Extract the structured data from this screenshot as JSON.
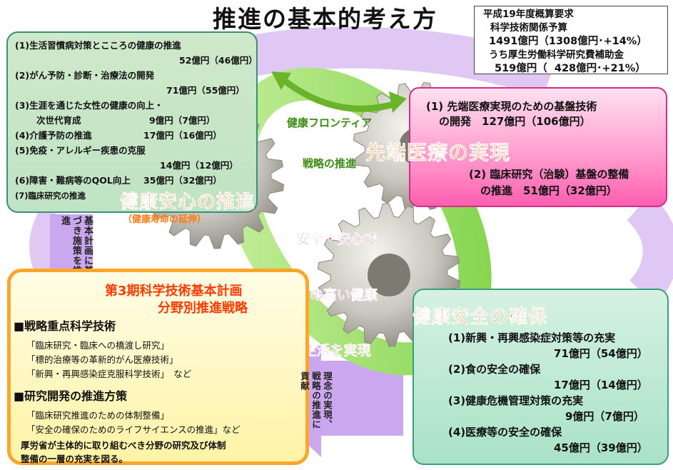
{
  "title": "推進の基本的考え方",
  "budget_box": {
    "line1": "平成19年度概算要求",
    "line2": "科学技術関係予算",
    "line3": "1491億円（1308億円･+14%）",
    "line4": "うち厚生労働科学研究費補助金",
    "line5": "519億円（  428億円･+21%）"
  },
  "health_panel": {
    "items": [
      "(1)生活習慣病対策とこころの健康の推進",
      "52億円（46億円）",
      "(2)がん予防・診断・治療法の開発",
      "71億円（55億円）",
      "(3)生涯を通じた女性の健康の向上・",
      "次世代育成",
      "9億円（7億円）",
      "(4)介護予防の推進",
      "17億円（16億円）",
      "(5)免疫・アレルギー疾患の克服",
      "14億円（12億円）",
      "(6)障害・難病等のQOL向上",
      "35億円（32億円）",
      "(7)臨床研究の推進"
    ],
    "gear_title": "健康安心の推進",
    "gear_sub": "（健康寿命の延伸）"
  },
  "frontier": {
    "line1": "健康フロンティア",
    "line2": "戦略の推進"
  },
  "advanced_panel": {
    "item1_line1": "(1) 先端医療実現のための基盤技術",
    "item1_line2": "の開発　127億円（106億円）",
    "gear_title": "先端医療の実現",
    "item2_line1": "(2) 臨床研究（治験）基盤の整備",
    "item2_line2": "の推進　51億円（32億円）"
  },
  "center": {
    "line1": "安全・安心で",
    "line2": "質の高い健康",
    "line3": "生活を実現"
  },
  "left_arrow_text": "基本計画に基づき施策を推進",
  "bottom_arrow_text": "理念の実現、戦略の推進に貢献",
  "plan_panel": {
    "title1": "第3期科学技術基本計画",
    "title2": "分野別推進戦略",
    "sec1": "■戦略重点科学技術",
    "sec1_items": [
      "「臨床研究・臨床への橋渡し研究」",
      "「標的治療等の革新的がん医療技術」",
      "「新興・再興感染症克服科学技術」　など"
    ],
    "sec2": "■研究開発の推進方策",
    "sec2_items": [
      "「臨床研究推進のための体制整備」",
      "「安全の確保のためのライフサイエンスの推進」など"
    ],
    "footer1": "厚労省が主体的に取り組むべき分野の研究及び体制",
    "footer2": "整備の一層の充実を図る。"
  },
  "safety_panel": {
    "gear_title": "健康安全の確保",
    "items": [
      "(1)新興・再興感染症対策等の充実",
      "71億円（54億円）",
      "(2)食の安全の確保",
      "17億円（14億円）",
      "(3)健康危機管理対策の充実",
      "9億円（7億円）",
      "(4)医療等の安全の確保",
      "45億円（39億円）"
    ]
  },
  "colors": {
    "gear": "#c8c6c0",
    "gear_title": "#ff7a10",
    "center_text": "#ff1f9b",
    "frontier_arrow": "#6ab42a",
    "purple_arrow": "#c9a6ec",
    "plan_title": "#ff3b00"
  }
}
